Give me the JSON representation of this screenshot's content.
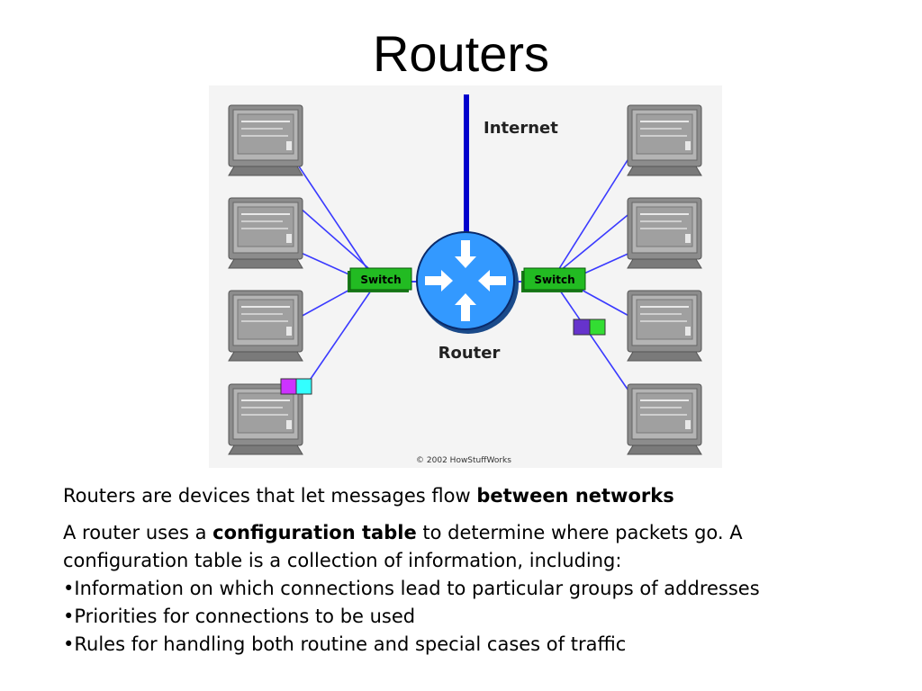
{
  "slide": {
    "title": "Routers"
  },
  "diagram": {
    "labels": {
      "internet": "Internet",
      "router": "Router",
      "switch_left": "Switch",
      "switch_right": "Switch",
      "copyright": "© 2002 HowStuffWorks"
    },
    "colors": {
      "link": "#3a3aff",
      "internet_line": "#0000cc",
      "router_fill": "#3399ff",
      "switch_fill": "#22bb22",
      "computer": "#8c8c8c"
    }
  },
  "text": {
    "line1_prefix": "Routers are devices that let messages flow ",
    "line1_bold": "between networks",
    "para2_prefix": "A router uses a ",
    "para2_bold": "configuration table",
    "para2_suffix": " to determine where packets go. A configuration table is a collection of information, including:",
    "bullets": [
      "•Information on which connections lead to particular groups of addresses",
      "•Priorities for connections to be used",
      "•Rules for handling both routine and special cases of traffic"
    ]
  }
}
